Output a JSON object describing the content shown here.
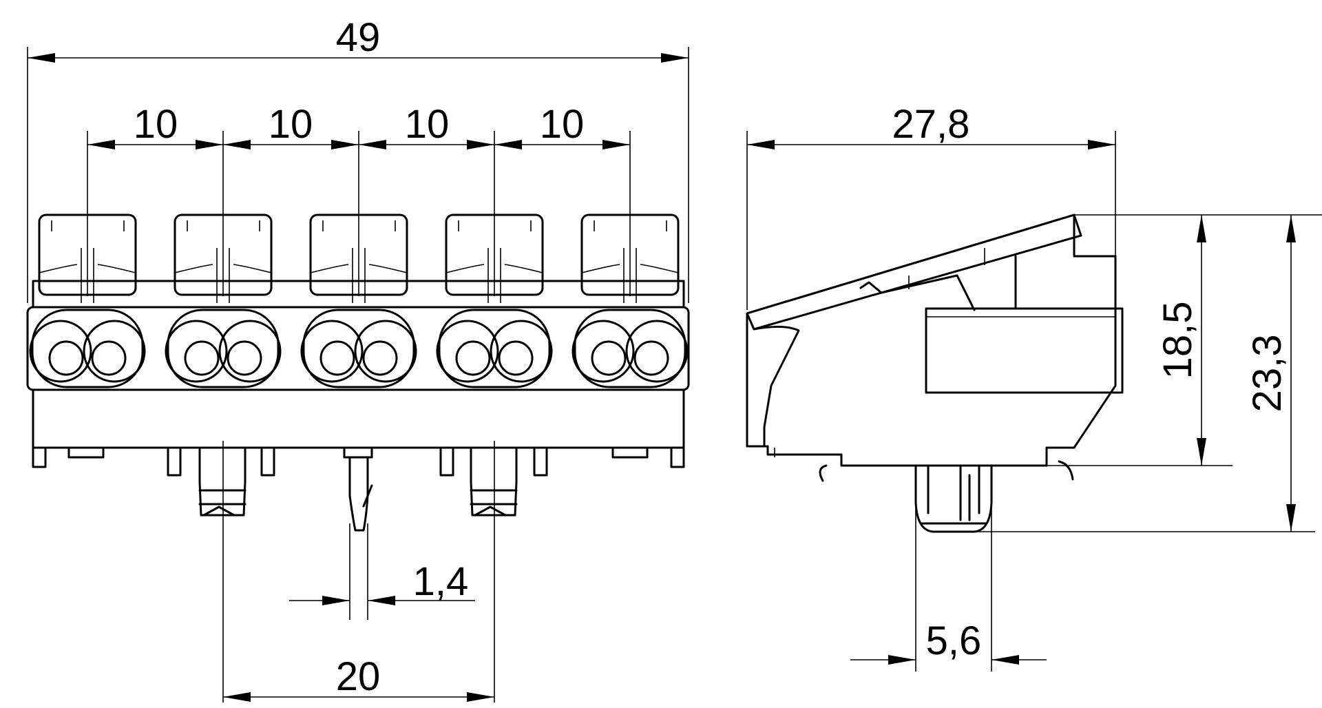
{
  "dimensions": {
    "overall_width": "49",
    "pitch_1": "10",
    "pitch_2": "10",
    "pitch_3": "10",
    "pitch_4": "10",
    "pin_spacing": "20",
    "pin_width": "1,4",
    "side_depth": "27,8",
    "body_height": "18,5",
    "total_height": "23,3",
    "pin_depth": "5,6"
  },
  "colors": {
    "stroke": "#000000",
    "background": "#ffffff"
  }
}
